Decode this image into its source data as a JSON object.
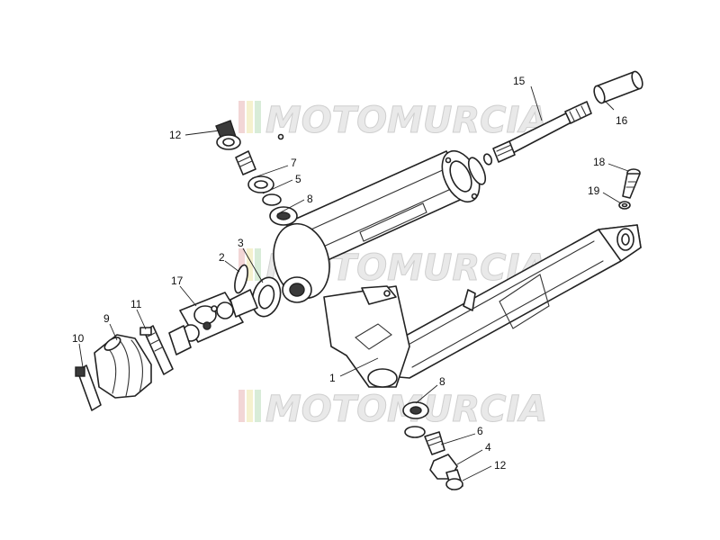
{
  "watermark": {
    "text": "MOTOMURCIA",
    "stripe_colors": [
      "#e8b5b5",
      "#ece6a6",
      "#b8dcb8"
    ]
  },
  "callouts": [
    {
      "id": "1",
      "label": "1"
    },
    {
      "id": "2",
      "label": "2"
    },
    {
      "id": "3",
      "label": "3"
    },
    {
      "id": "4",
      "label": "4"
    },
    {
      "id": "5",
      "label": "5"
    },
    {
      "id": "6",
      "label": "6"
    },
    {
      "id": "7",
      "label": "7"
    },
    {
      "id": "8a",
      "label": "8"
    },
    {
      "id": "8b",
      "label": "8"
    },
    {
      "id": "9",
      "label": "9"
    },
    {
      "id": "10",
      "label": "10"
    },
    {
      "id": "11",
      "label": "11"
    },
    {
      "id": "12a",
      "label": "12"
    },
    {
      "id": "12b",
      "label": "12"
    },
    {
      "id": "15",
      "label": "15"
    },
    {
      "id": "16",
      "label": "16"
    },
    {
      "id": "17",
      "label": "17"
    },
    {
      "id": "18",
      "label": "18"
    },
    {
      "id": "19",
      "label": "19"
    }
  ]
}
